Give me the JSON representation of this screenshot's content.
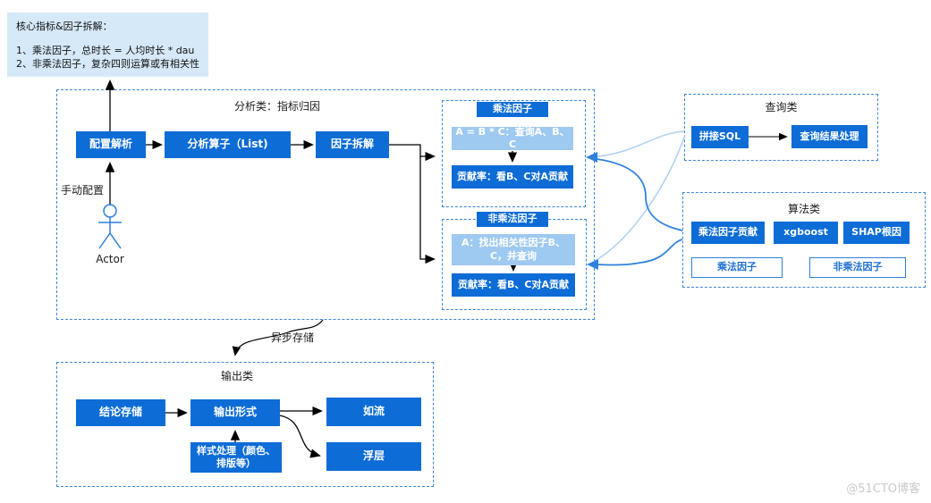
{
  "note": {
    "title": "核心指标&因子拆解：",
    "line1": "1、乘法因子，总时长 = 人均时长 * dau",
    "line2": "2、非乘法因子，复杂四则运算或有相关性"
  },
  "analysis": {
    "title": "分析类：指标归因",
    "config": "配置解析",
    "operator": "分析算子（List)",
    "split": "因子拆解",
    "manual_label": "手动配置",
    "actor_label": "Actor",
    "mul": {
      "title": "乘法因子",
      "query": "A = B * C：查询A、B、C",
      "contrib": "贡献率：看B、C对A贡献"
    },
    "nonmul": {
      "title": "非乘法因子",
      "query": "A：找出相关性因子B、C，并查询",
      "contrib": "贡献率：看B、C对A贡献"
    }
  },
  "query": {
    "title": "查询类",
    "sql": "拼接SQL",
    "result": "查询结果处理"
  },
  "algo": {
    "title": "算法类",
    "mul_contrib": "乘法因子贡献",
    "xgboost": "xgboost",
    "shap": "SHAP根因",
    "mul": "乘法因子",
    "nonmul": "非乘法因子"
  },
  "output": {
    "title": "输出类",
    "store": "结论存储",
    "form": "输出形式",
    "ruliu": "如流",
    "style": "样式处理（颜色、排版等）",
    "overlay": "浮层",
    "async_label": "异步存储"
  },
  "watermark": "@51CTO博客",
  "colors": {
    "node_fill": "#0d6cd6",
    "node_light_fill": "#9ec9f0",
    "note_fill": "#d6e9f8",
    "dashed_border": "#3a86d8",
    "connector_dark": "#2e82dc",
    "connector_light": "#a9cdf0",
    "outline_text": "#1b6fd0"
  }
}
